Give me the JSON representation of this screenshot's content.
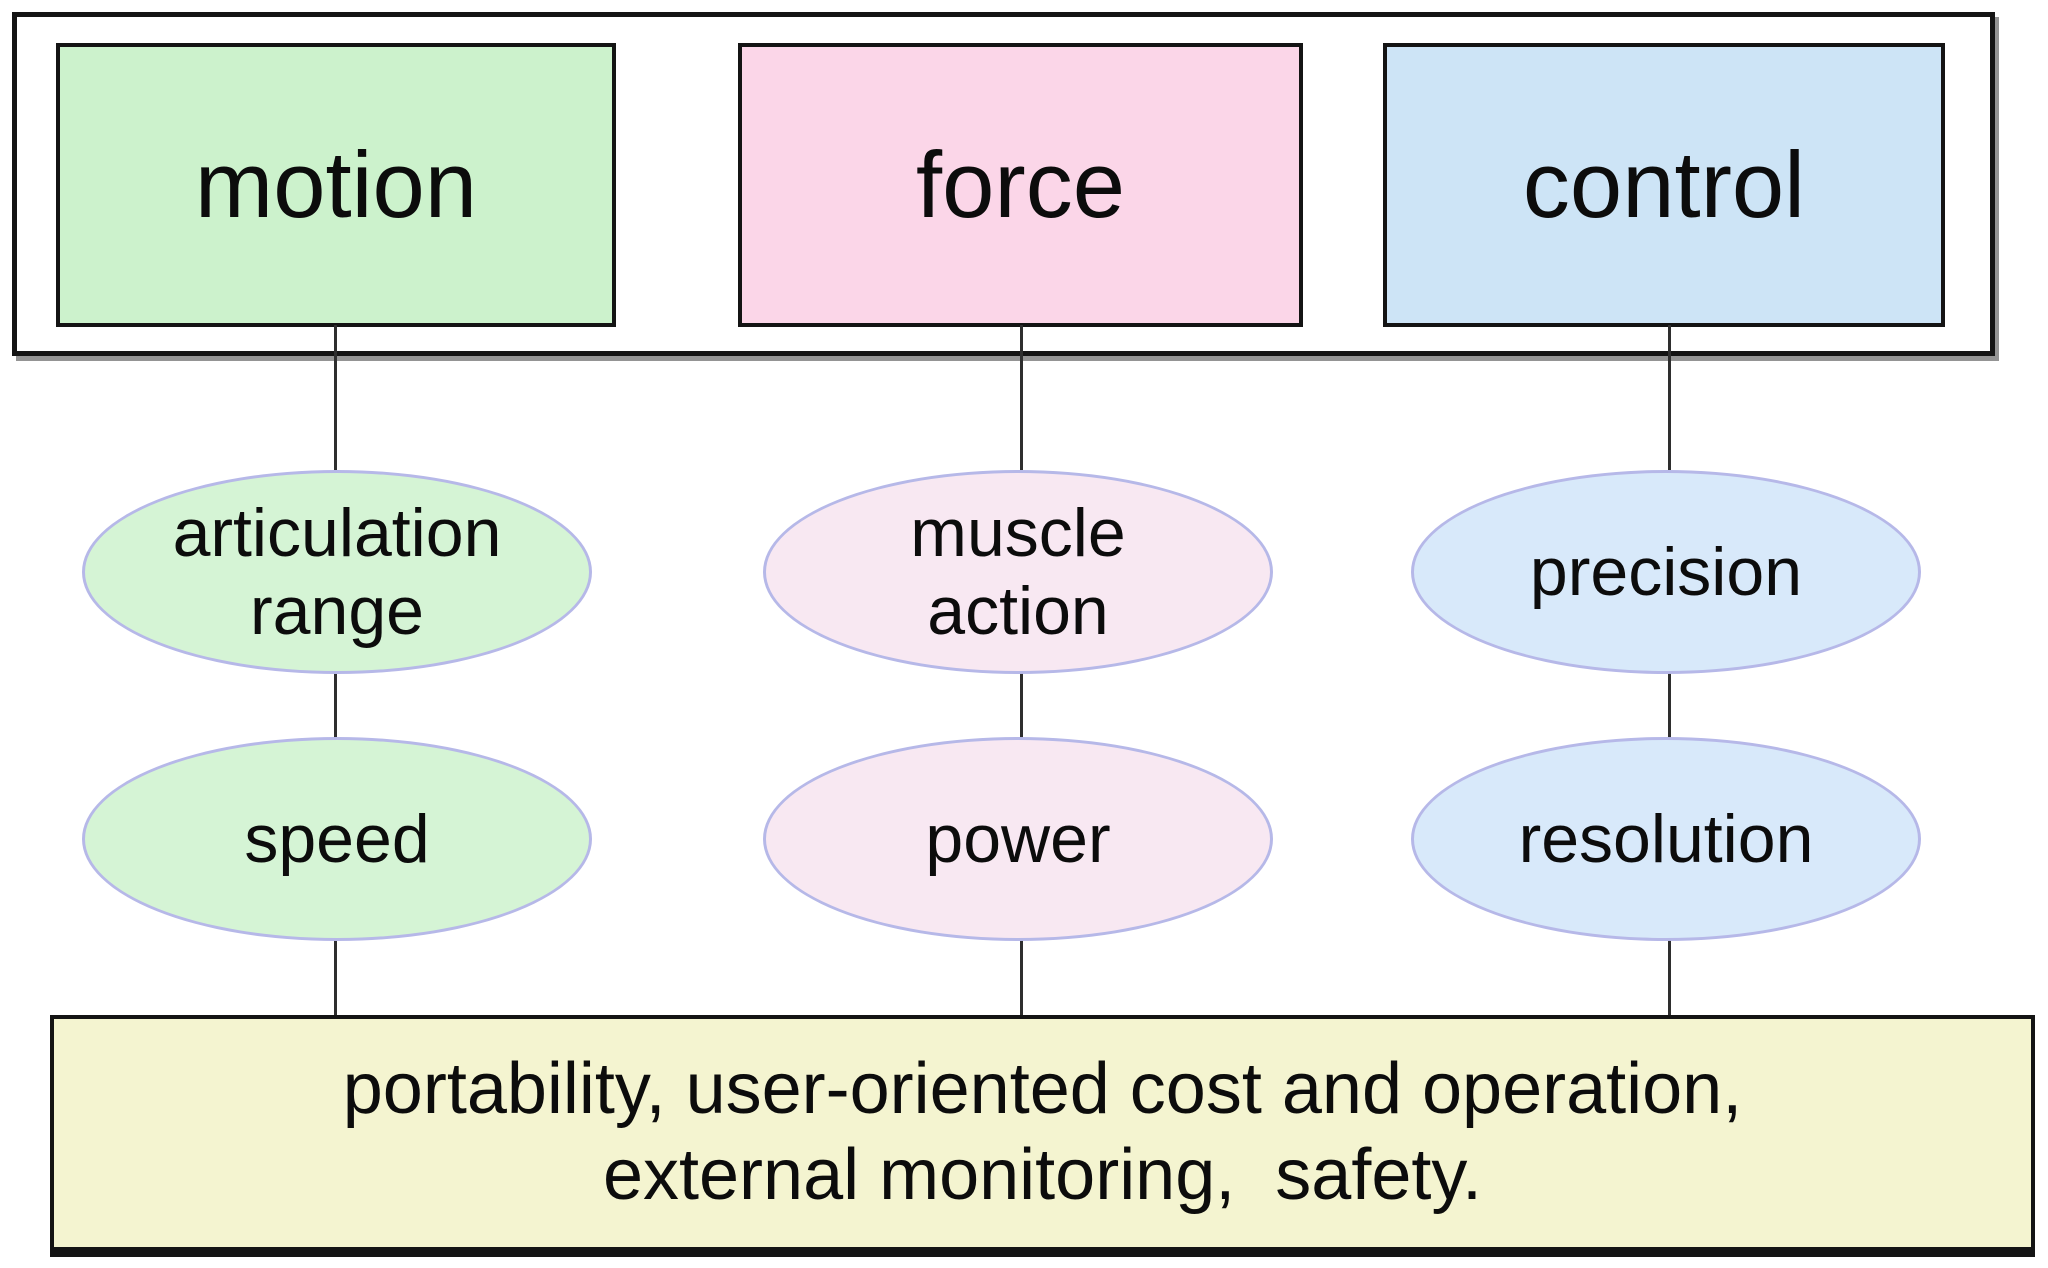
{
  "columns": [
    {
      "id": "motion",
      "header": "motion",
      "header_fill": "#ccf2cc",
      "node_fill": "#d5f4d5",
      "nodes": [
        "articulation range",
        "speed"
      ]
    },
    {
      "id": "force",
      "header": "force",
      "header_fill": "#fbd6e8",
      "node_fill": "#f8e8f2",
      "nodes": [
        "muscle action",
        "power"
      ]
    },
    {
      "id": "control",
      "header": "control",
      "header_fill": "#cde4f6",
      "node_fill": "#d8e9fa",
      "nodes": [
        "precision",
        "resolution"
      ]
    }
  ],
  "footer": {
    "line1": "portability, user-oriented cost and operation,",
    "line2": "external monitoring,  safety.",
    "fill": "#f4f4d0"
  },
  "styles": {
    "box_border": "#141414",
    "ellipse_border": "#b6b8e8",
    "connector": "#2e2e2e",
    "shadow": "#949494",
    "background": "#ffffff"
  }
}
